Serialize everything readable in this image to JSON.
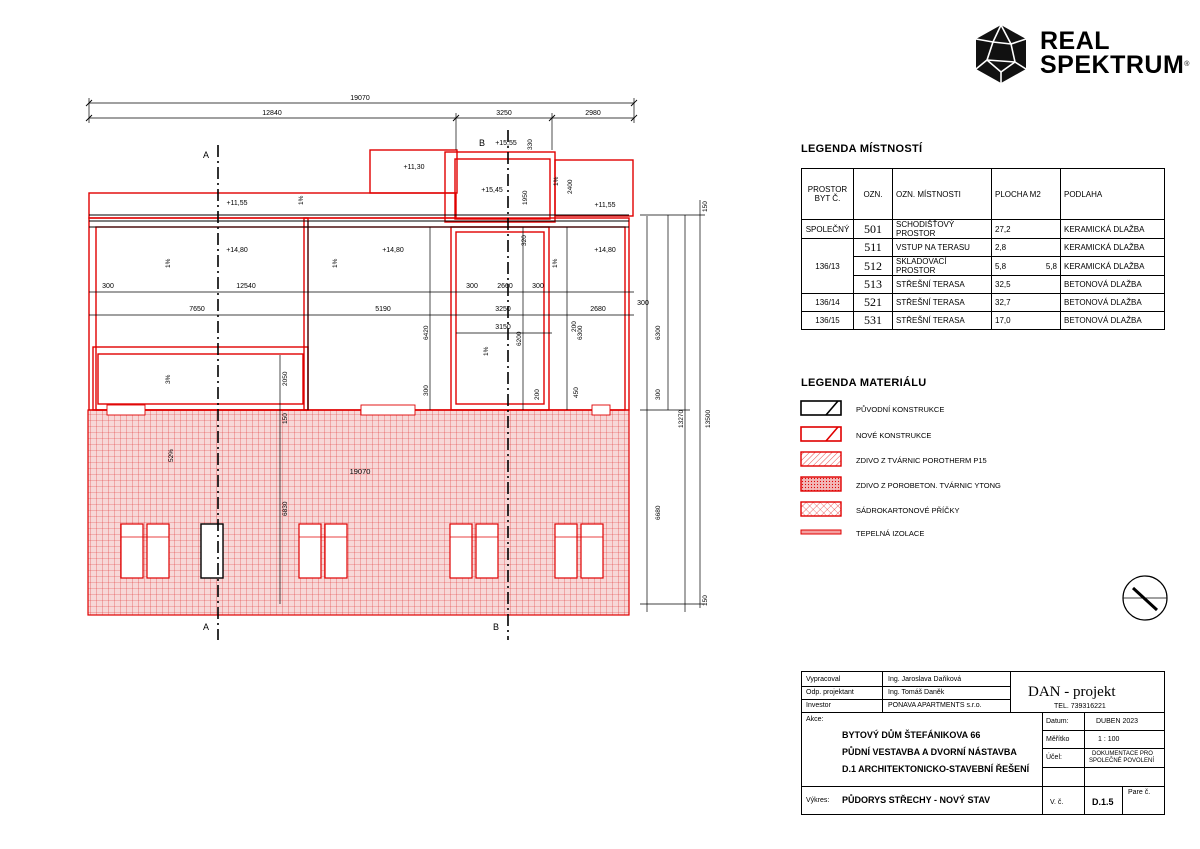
{
  "logo": {
    "line1": "REAL",
    "line2": "SPEKTRUM",
    "mark": "®",
    "icon": "geodesic-sphere-icon"
  },
  "dimensions": {
    "top_total": "19070",
    "top_parts": [
      "12840",
      "3250",
      "2980"
    ],
    "top_small": "330",
    "row_a": [
      "300",
      "12540",
      "300",
      "2660",
      "300"
    ],
    "row_b": [
      "7650",
      "5190",
      "3250",
      "2680",
      "300"
    ],
    "inner_3150": "3150",
    "right_outer": "13500",
    "right_inner": "13270",
    "right_segments": [
      "150",
      "6300",
      "300",
      "6680",
      "150"
    ],
    "vertical_labels": [
      "6420",
      "6200",
      "6300",
      "2400",
      "1950",
      "320",
      "2050",
      "300",
      "200",
      "450",
      "150",
      "6830",
      "200"
    ],
    "roof_span": "19070"
  },
  "elevations": [
    "+11,30",
    "+15,55",
    "+15,45",
    "+11,55",
    "+11,55",
    "+14,80",
    "+14,80",
    "+14,80"
  ],
  "slopes": [
    "1%",
    "1%",
    "1%",
    "1%",
    "1%",
    "3%",
    "1%",
    "52%"
  ],
  "sections": {
    "a": "A",
    "b": "B"
  },
  "room_legend": {
    "title": "LEGENDA MÍSTNOSTÍ",
    "headers": {
      "space": "PROSTOR BYT Č.",
      "code": "OZN.",
      "name": "OZN. MÍSTNOSTI",
      "area": "PLOCHA M2",
      "floor": "PODLAHA"
    },
    "rows": [
      {
        "space": "SPOLEČNÝ",
        "code": "501",
        "name": "SCHODIŠŤOVÝ PROSTOR",
        "area": "27,2",
        "floor": "KERAMICKÁ DLAŽBA"
      },
      {
        "space": "",
        "code": "511",
        "name": "VSTUP NA TERASU",
        "area": "2,8",
        "floor": "KERAMICKÁ DLAŽBA"
      },
      {
        "space": "136/13",
        "code": "512",
        "name": "SKLADOVACÍ PROSTOR",
        "area": "5,8",
        "floor": "KERAMICKÁ DLAŽBA"
      },
      {
        "space": "",
        "code": "513",
        "name": "STŘEŠNÍ TERASA",
        "area": "32,5",
        "floor": "BETONOVÁ DLAŽBA"
      },
      {
        "space": "136/14",
        "code": "521",
        "name": "STŘEŠNÍ TERASA",
        "area": "32,7",
        "floor": "BETONOVÁ DLAŽBA"
      },
      {
        "space": "136/15",
        "code": "531",
        "name": "STŘEŠNÍ TERASA",
        "area": "17,0",
        "floor": "BETONOVÁ DLAŽBA"
      }
    ],
    "group_area": "5,8"
  },
  "material_legend": {
    "title": "LEGENDA MATERIÁLU",
    "items": [
      {
        "label": "PŮVODNÍ KONSTRUKCE",
        "color": "#000000"
      },
      {
        "label": "NOVÉ KONSTRUKCE",
        "color": "#e00000"
      },
      {
        "label": "ZDIVO Z TVÁRNIC POROTHERM P15",
        "color": "#e00000"
      },
      {
        "label": "ZDIVO Z POROBETON. TVÁRNIC YTONG",
        "color": "#e00000"
      },
      {
        "label": "SÁDROKARTONOVÉ PŘÍČKY",
        "color": "#e00000"
      },
      {
        "label": "TEPELNÁ IZOLACE",
        "color": "#e00000"
      }
    ]
  },
  "title_block": {
    "prepared_label": "Vypracoval",
    "prepared_value": "Ing. Jaroslava Daňková",
    "designer_label": "Odp. projektant",
    "designer_value": "Ing. Tomáš Daněk",
    "investor_label": "Investor",
    "investor_value": "PONAVA APARTMENTS s.r.o.",
    "company": "DAN - projekt",
    "phone": "TEL. 739316221",
    "action_label": "Akce:",
    "action_lines": [
      "BYTOVÝ DŮM ŠTEFÁNIKOVA 66",
      "PŮDNÍ VESTAVBA A DVORNÍ NÁSTAVBA",
      "D.1 ARCHITEKTONICKO-STAVEBNÍ ŘEŠENÍ"
    ],
    "date_label": "Datum:",
    "date_value": "DUBEN 2023",
    "scale_label": "Měřítko",
    "scale_value": "1 : 100",
    "purpose_label": "Účel:",
    "purpose_value_1": "DOKUMENTACE PRO",
    "purpose_value_2": "SPOLEČNÉ POVOLENÍ",
    "drawing_label": "Výkres:",
    "drawing_value": "PŮDORYS STŘECHY - NOVÝ STAV",
    "number_label": "V. č.",
    "number_value": "D.1.5",
    "copy_label": "Pare č."
  }
}
